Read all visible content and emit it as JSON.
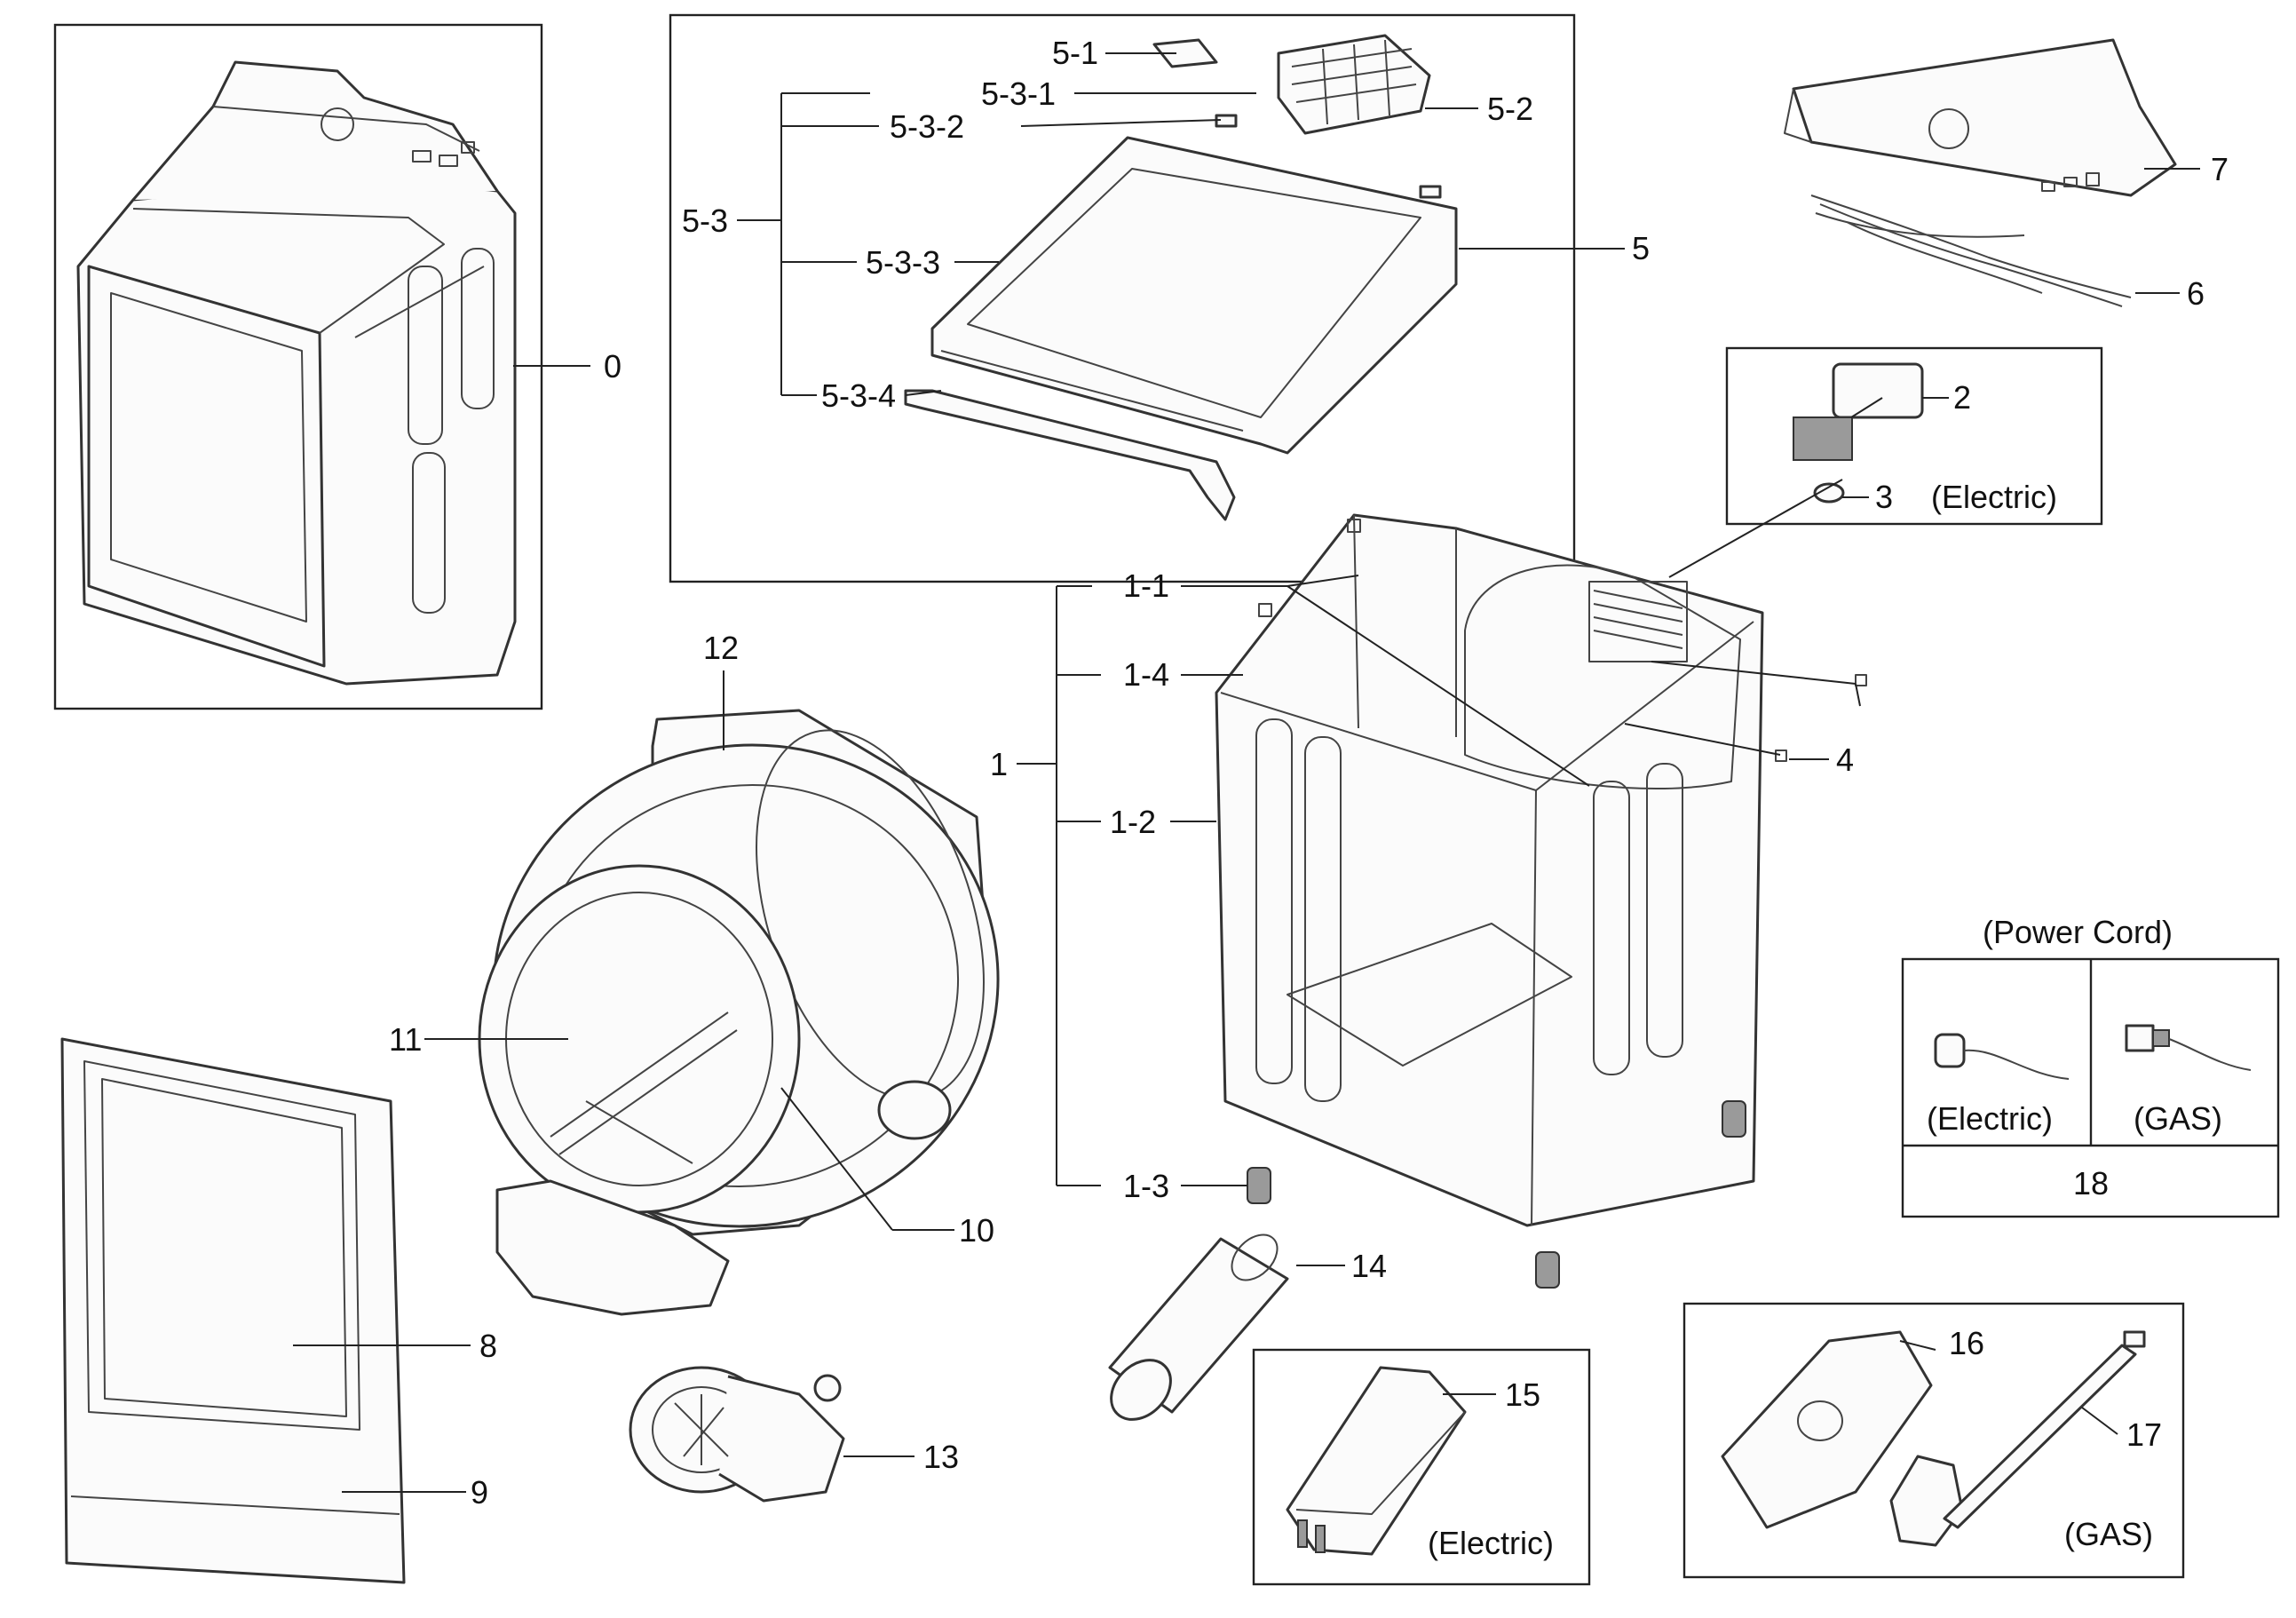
{
  "callouts": {
    "p0": "0",
    "p1": "1",
    "p1_1": "1-1",
    "p1_2": "1-2",
    "p1_3": "1-3",
    "p1_4": "1-4",
    "p2": "2",
    "p3": "3",
    "p4": "4",
    "p5": "5",
    "p5_1": "5-1",
    "p5_2": "5-2",
    "p5_3": "5-3",
    "p5_3_1": "5-3-1",
    "p5_3_2": "5-3-2",
    "p5_3_3": "5-3-3",
    "p5_3_4": "5-3-4",
    "p6": "6",
    "p7": "7",
    "p8": "8",
    "p9": "9",
    "p10": "10",
    "p11": "11",
    "p12": "12",
    "p13": "13",
    "p14": "14",
    "p15": "15",
    "p16": "16",
    "p17": "17",
    "p18": "18"
  },
  "notes": {
    "electric_heater_block": "(Electric)",
    "electric_heater_15": "(Electric)",
    "gas_17": "(GAS)",
    "power_cord_title": "(Power Cord)",
    "power_cord_electric": "(Electric)",
    "power_cord_gas": "(GAS)"
  }
}
